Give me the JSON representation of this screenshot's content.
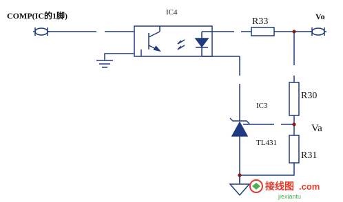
{
  "labels": {
    "comp": "COMP(IC的1脚)",
    "vo": "Vo",
    "ic4": "IC4",
    "r33": "R33",
    "r30": "R30",
    "va": "Va",
    "ic3": "IC3",
    "tl431": "TL431",
    "r31": "R31"
  },
  "watermark": {
    "text": "接线图",
    "domain": ".com",
    "subtext": "jiexiantu"
  },
  "colors": {
    "wire": "#1e3a80",
    "label": "#111111",
    "dot": "#8b1a1a",
    "watermark_red": "#e53a2a",
    "watermark_green": "#4caf50"
  }
}
